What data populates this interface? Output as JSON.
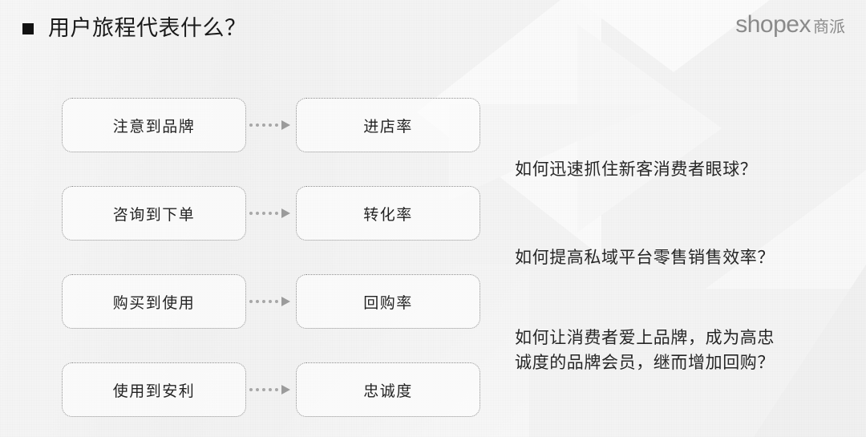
{
  "slide": {
    "title": "用户旅程代表什么？",
    "bullet_icon": "black-square-bullet",
    "background_color": "#f3f3f3"
  },
  "brand": {
    "logo_word": "shopex",
    "logo_cn": "商派",
    "logo_color": "#8a8a8a"
  },
  "flow": {
    "arrow_icon": "dotted-arrow-right-icon",
    "rows": [
      {
        "stage": "注意到品牌",
        "metric": "进店率"
      },
      {
        "stage": "咨询到下单",
        "metric": "转化率"
      },
      {
        "stage": "购买到使用",
        "metric": "回购率"
      },
      {
        "stage": "使用到安利",
        "metric": "忠诚度"
      }
    ]
  },
  "questions": [
    "如何迅速抓住新客消费者眼球？",
    "如何提高私域平台零售销售效率？",
    "如何让消费者爱上品牌，成为高忠诚度的品牌会员，继而增加回购？"
  ]
}
